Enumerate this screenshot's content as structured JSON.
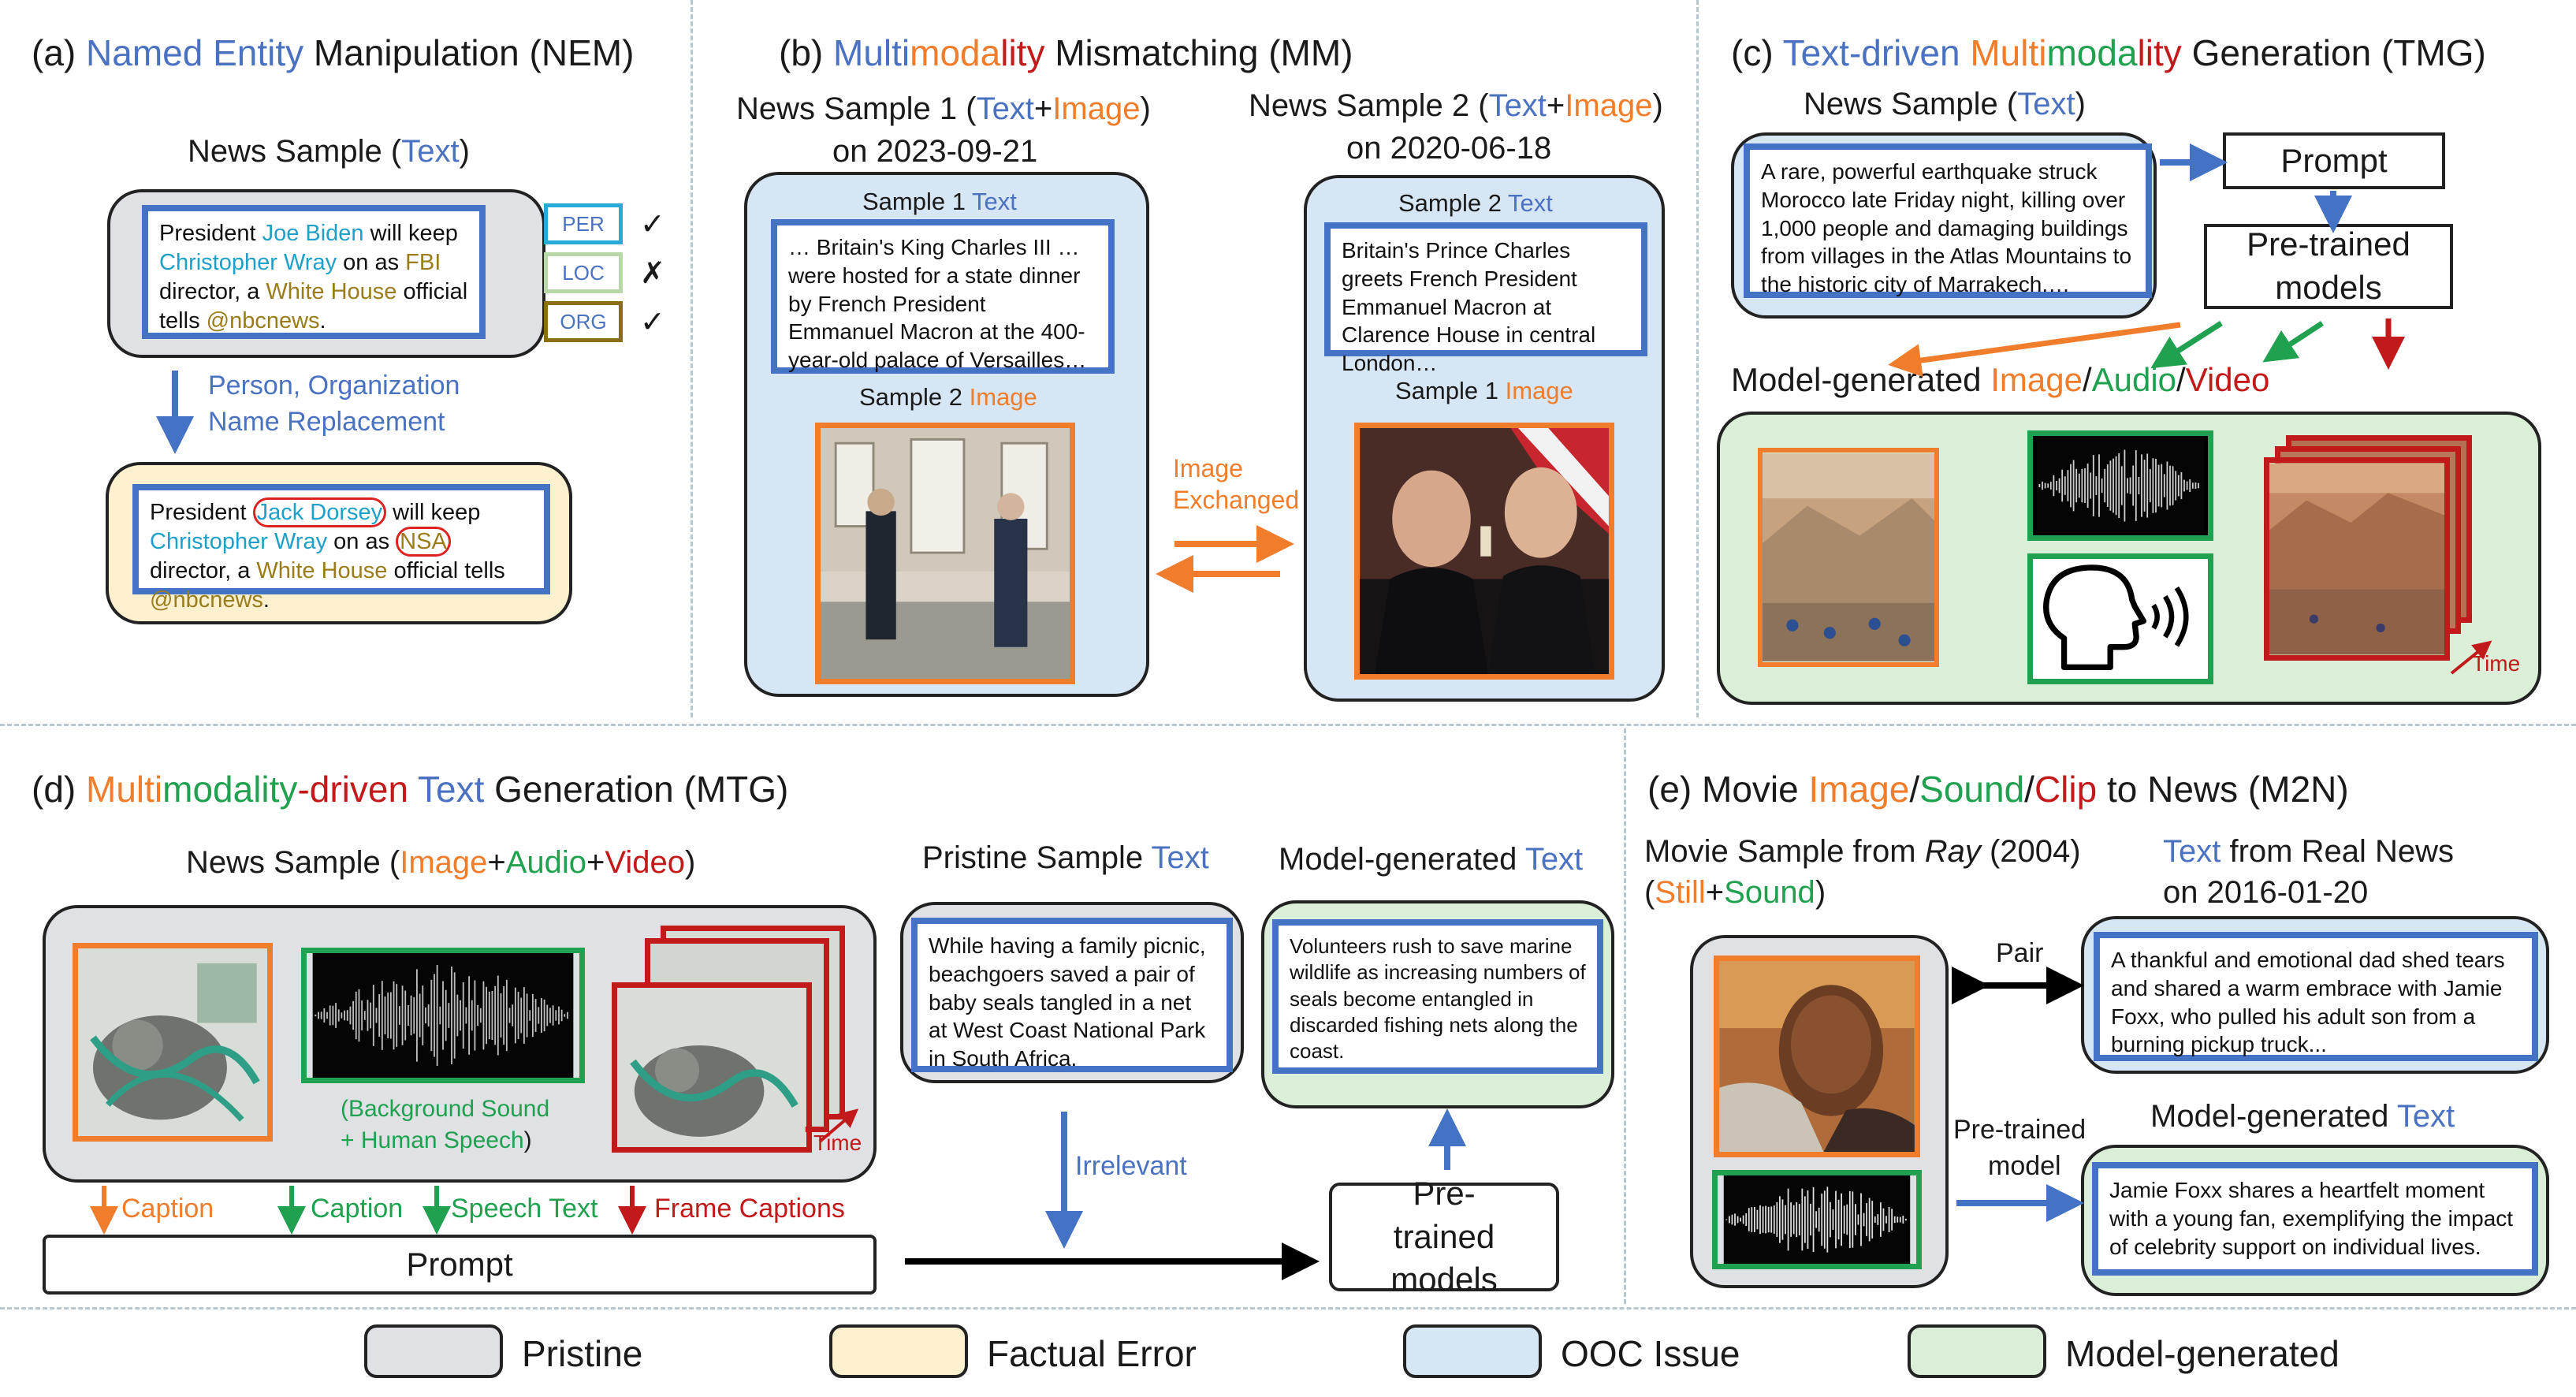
{
  "panel_a": {
    "label": "(a)",
    "title_1": "Named Entity",
    "title_2": "Manipulation (NEM)",
    "sample_prefix": "News Sample (",
    "sample_mid": "Text",
    "sample_suffix": ")",
    "orig": {
      "t1": "President ",
      "e1": "Joe Biden",
      "t2": " will keep ",
      "e2": "Christopher Wray",
      "t3": " on as ",
      "e3": "FBI",
      "t4": " director, a ",
      "e4": "White House",
      "t5": " official tells ",
      "e5": "@nbcnews",
      "t6": "."
    },
    "tags": [
      "PER",
      "LOC",
      "ORG"
    ],
    "marks": [
      "✓",
      "✗",
      "✓"
    ],
    "arrow_label_1": "Person, Organization",
    "arrow_label_2": "Name Replacement",
    "edit": {
      "t1": "President ",
      "e1": "Jack Dorsey",
      "t2": " will keep ",
      "e2": "Christopher Wray",
      "t3": " on as ",
      "e3": "NSA",
      "t4": " director, a ",
      "e4": "White House",
      "t5": " official tells ",
      "e5": "@nbcnews",
      "t6": "."
    }
  },
  "panel_b": {
    "label": "(b)",
    "title_1": "Multi",
    "title_2": "moda",
    "title_3": "lity",
    "title_4": " Mismatching (MM)",
    "s1_head": "News Sample 1 (",
    "s1_text": "Text",
    "s1_plus": "+",
    "s1_image": "Image",
    "s1_close": ")",
    "s1_date": "on 2023-09-21",
    "s2_head": "News Sample 2 (",
    "s2_text": "Text",
    "s2_plus": "+",
    "s2_image": "Image",
    "s2_close": ")",
    "s2_date": "on 2020-06-18",
    "card1_text_label": "Sample 1",
    "card1_text_word": "Text",
    "card1_text": "… Britain's King Charles III … were hosted for a state dinner by French President Emmanuel Macron at the 400-year-old palace of Versailles…",
    "card1_img_label": "Sample 2",
    "card1_img_word": "Image",
    "card2_text_label": "Sample 2",
    "card2_text_word": "Text",
    "card2_text": "Britain's Prince Charles greets French President Emmanuel Macron at Clarence House in central London…",
    "card2_img_label": "Sample 1",
    "card2_img_word": "Image",
    "exchange_1": "Image",
    "exchange_2": "Exchanged"
  },
  "panel_c": {
    "label": "(c)",
    "title_1": "Text-driven",
    "title_2": "Multi",
    "title_3": "moda",
    "title_4": "lity",
    "title_5": "Generation (TMG)",
    "sample_prefix": "News Sample (",
    "sample_mid": "Text",
    "sample_suffix": ")",
    "news_text": "A rare, powerful earthquake struck Morocco late Friday night, killing over 1,000 people and damaging buildings from villages in the Atlas Mountains to the historic city of Marrakech.…",
    "prompt": "Prompt",
    "pretrained": "Pre-trained models",
    "gen_prefix": "Model-generated ",
    "gen_image": "Image",
    "gen_audio": "Audio",
    "gen_video": "Video",
    "slash": "/",
    "time": "Time"
  },
  "panel_d": {
    "label": "(d)",
    "title_1": "Multi",
    "title_2": "modality",
    "title_3": "-driven",
    "title_4": "Text",
    "title_5": "Generation (MTG)",
    "sample_prefix": "News Sample (",
    "sample_image": "Image",
    "sample_audio": "Audio",
    "sample_video": "Video",
    "plus": "+",
    "sample_suffix": ")",
    "bg_sound": "(Background Sound",
    "speech": "+ Human Speech",
    "speech_close": ")",
    "time": "Time",
    "cap1": "Caption",
    "cap2": "Caption",
    "cap3": "Speech Text",
    "cap4": "Frame Captions",
    "prompt": "Prompt",
    "pristine_head_1": "Pristine Sample",
    "pristine_head_2": "Text",
    "pristine_text": "While having a family picnic, beachgoers saved a pair of baby seals tangled in a net at West Coast National Park in South Africa.",
    "irrelevant": "Irrelevant",
    "gen_head_1": "Model-generated",
    "gen_head_2": "Text",
    "gen_text": "Volunteers rush to save marine wildlife as increasing numbers of seals become entangled in discarded fishing nets along the coast.",
    "pretrained": "Pre-trained models"
  },
  "panel_e": {
    "label": "(e)",
    "title_1": "Movie",
    "title_2": "Image",
    "title_3": "Sound",
    "title_4": "Clip",
    "title_5": "to News (M2N)",
    "slash": "/",
    "movie_head_1": "Movie Sample from",
    "movie_head_italic": "Ray",
    "movie_head_2": "(2004)",
    "movie_sub_1": "(",
    "movie_sub_still": "Still",
    "movie_sub_plus": "+",
    "movie_sub_sound": "Sound",
    "movie_sub_close": ")",
    "real_head_1": "Text",
    "real_head_2": "from Real News",
    "real_date": "on 2016-01-20",
    "pair": "Pair",
    "real_text": "A thankful and emotional dad shed tears and shared a warm embrace with Jamie Foxx, who pulled his adult son from a burning pickup truck...",
    "pretrained_1": "Pre-trained",
    "pretrained_2": "model",
    "gen_head_1": "Model-generated",
    "gen_head_2": "Text",
    "gen_text": "Jamie Foxx shares a heartfelt moment with a young fan, exemplifying the impact of celebrity support on individual lives."
  },
  "legend": [
    "Pristine",
    "Factual Error",
    "OOC Issue",
    "Model-generated"
  ],
  "colors": {
    "pristine": "#dfe1e5",
    "factual": "#fdf0cf",
    "ooc": "#d7e6f4",
    "generated": "#dbeed7",
    "text_blue": "#4472c4",
    "orange": "#ef7d2b",
    "green": "#1fa14f",
    "red": "#c21a1a"
  }
}
